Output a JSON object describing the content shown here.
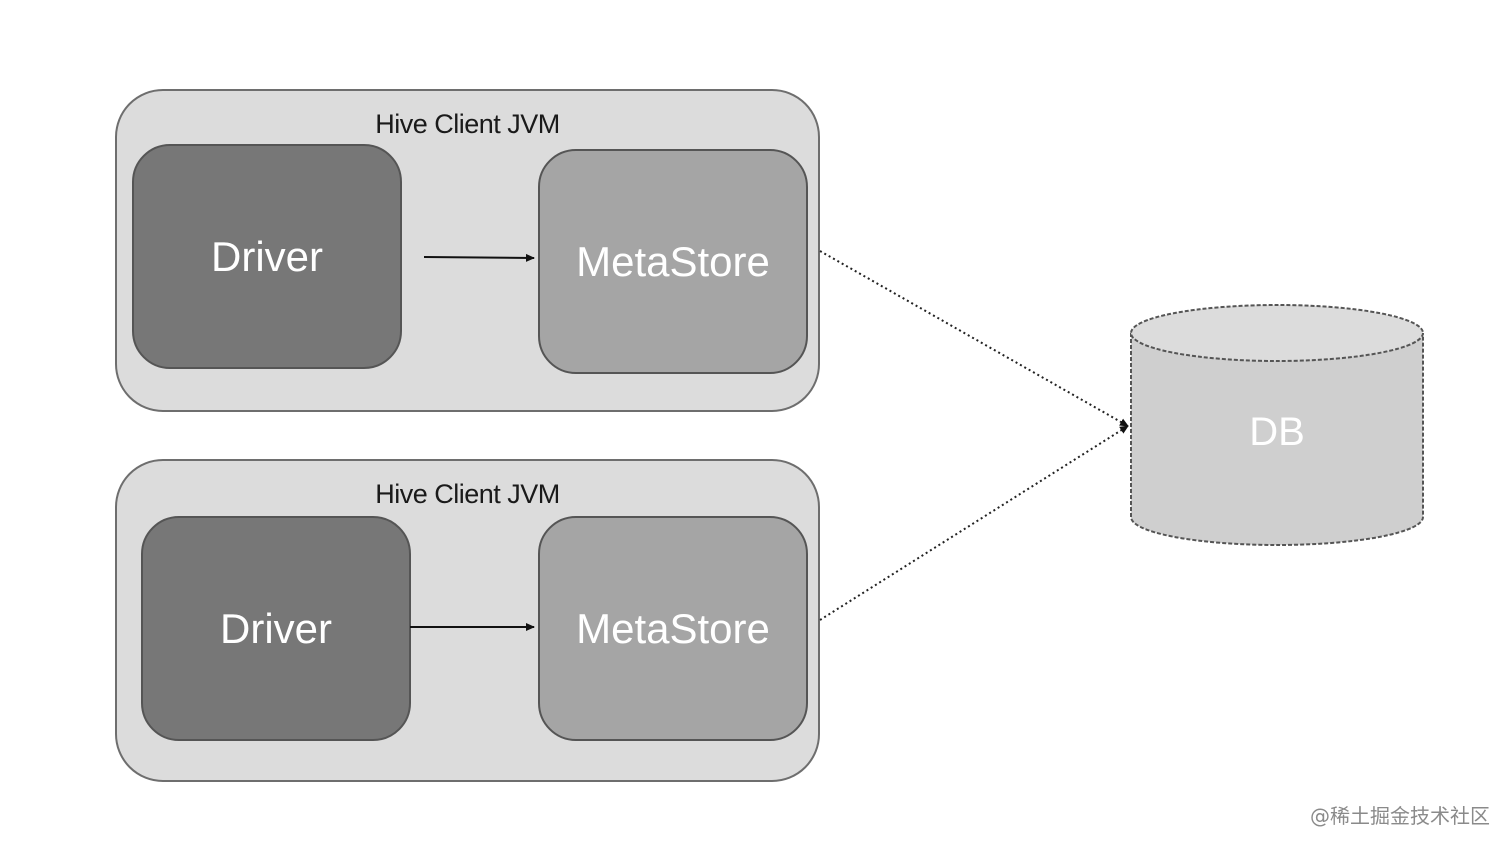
{
  "jvm_top": {
    "label": "Hive Client JVM",
    "driver_label": "Driver",
    "metastore_label": "MetaStore"
  },
  "jvm_bottom": {
    "label": "Hive Client JVM",
    "driver_label": "Driver",
    "metastore_label": "MetaStore"
  },
  "database": {
    "label": "DB"
  },
  "watermark": "@稀土掘金技术社区",
  "colors": {
    "jvm_fill": "#dcdcdc",
    "driver_fill": "#777777",
    "metastore_fill": "#a5a5a5",
    "db_fill": "#cfcfcf",
    "border": "#555555"
  }
}
